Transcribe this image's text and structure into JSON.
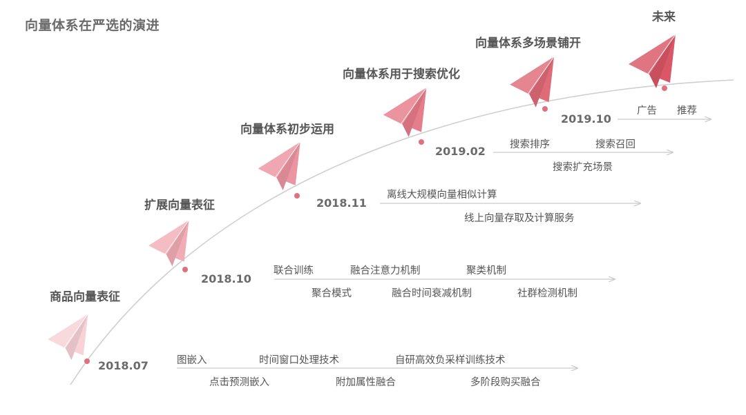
{
  "title": "向量体系在严选的演进",
  "milestones": [
    {
      "stage": "商品向量表征",
      "date": "2018.07",
      "items_top": [
        "图嵌入",
        "时间窗口处理技术",
        "自研高效负采样训练技术"
      ],
      "items_bottom": [
        "点击预测嵌入",
        "附加属性融合",
        "多阶段购买融合"
      ]
    },
    {
      "stage": "扩展向量表征",
      "date": "2018.10",
      "items_top": [
        "联合训练",
        "融合注意力机制",
        "聚类机制"
      ],
      "items_bottom": [
        "聚合模式",
        "融合时间衰减机制",
        "社群检测机制"
      ]
    },
    {
      "stage": "向量体系初步运用",
      "date": "2018.11",
      "items_top": [
        "离线大规模向量相似计算"
      ],
      "items_bottom": [
        "线上向量存取及计算服务"
      ]
    },
    {
      "stage": "向量体系用于搜索优化",
      "date": "2019.02",
      "items_top": [
        "搜索排序",
        "搜索召回"
      ],
      "items_bottom": [
        "搜索扩充场景"
      ]
    },
    {
      "stage": "向量体系多场景铺开",
      "date": "2019.10",
      "items_top": [
        "广告",
        "推荐"
      ],
      "items_bottom": []
    },
    {
      "stage": "未来",
      "date": "",
      "items_top": [],
      "items_bottom": []
    }
  ],
  "colors": {
    "curve": "#cfcfcf",
    "arrow": "#c9c9c9",
    "dot": "#e0707c",
    "plane_shades": [
      "#f7d2d6",
      "#f1adb6",
      "#eb95a1",
      "#e67d8a",
      "#df6a78",
      "#d95766"
    ]
  },
  "icons": {
    "milestone": "paper-plane-icon"
  }
}
